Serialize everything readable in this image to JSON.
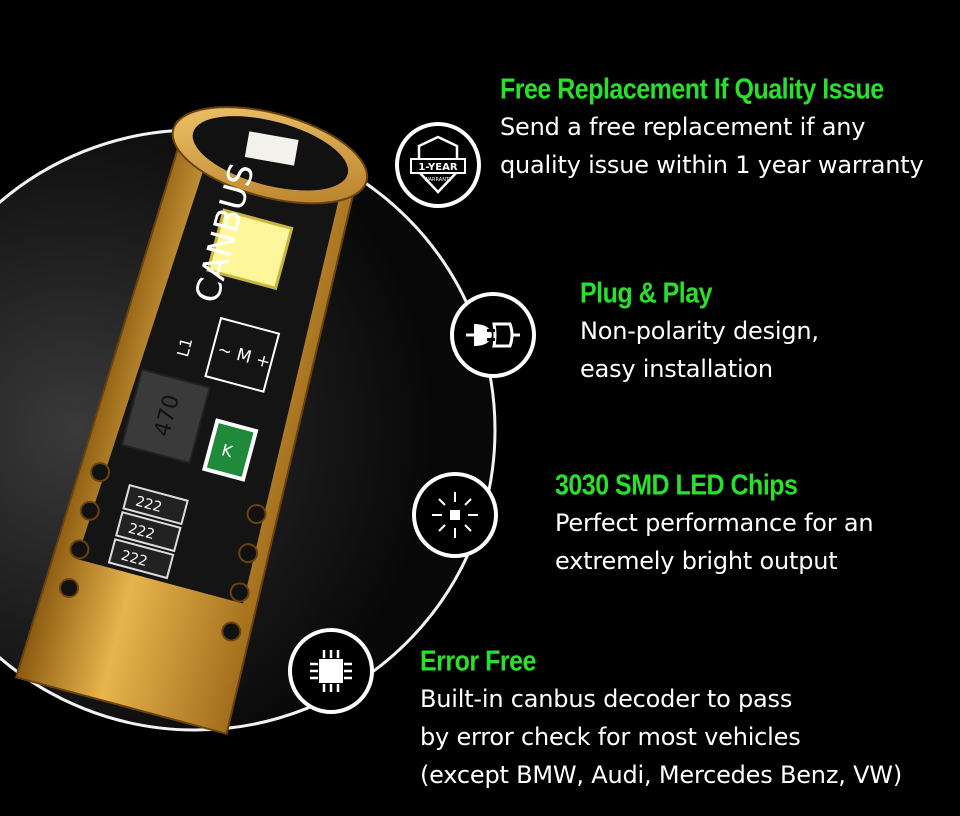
{
  "features": [
    {
      "icon": "warranty-badge-icon",
      "badge_text": "1-YEAR",
      "badge_subtext": "WARRANTY",
      "title": "Free Replacement If Quality Issue",
      "lines": [
        "Send a free replacement if any",
        "quality issue within 1 year warranty"
      ]
    },
    {
      "icon": "plug-connector-icon",
      "title": "Plug & Play",
      "lines": [
        "Non-polarity design,",
        "easy installation"
      ]
    },
    {
      "icon": "led-chip-icon",
      "title": "3030 SMD LED Chips",
      "lines": [
        "Perfect performance for an",
        "extremely bright output"
      ]
    },
    {
      "icon": "decoder-chip-icon",
      "title": "Error Free",
      "lines": [
        "Built-in canbus decoder to pass",
        "by error check for most vehicles",
        "(except BMW, Audi, Mercedes Benz, VW)"
      ]
    }
  ],
  "product": {
    "board_label": "CANBUS",
    "coil_label": "470",
    "inductor_label": "L1",
    "polarity_label": "~ M +",
    "diode_label": "K",
    "resistor_labels": [
      "222",
      "222",
      "222"
    ]
  },
  "colors": {
    "accent_green": "#29e02a",
    "board_gold": "#d9a13a",
    "background": "#000000"
  }
}
